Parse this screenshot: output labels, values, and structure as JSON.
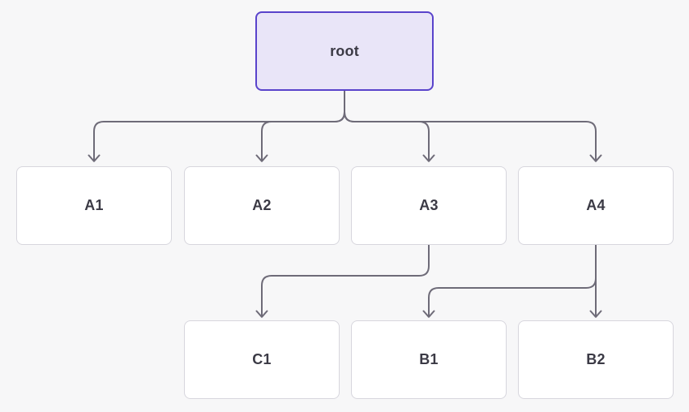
{
  "diagram": {
    "nodes": {
      "root": {
        "label": "root"
      },
      "a1": {
        "label": "A1"
      },
      "a2": {
        "label": "A2"
      },
      "a3": {
        "label": "A3"
      },
      "a4": {
        "label": "A4"
      },
      "c1": {
        "label": "C1"
      },
      "b1": {
        "label": "B1"
      },
      "b2": {
        "label": "B2"
      }
    },
    "edges": [
      {
        "from": "root",
        "to": "A1"
      },
      {
        "from": "root",
        "to": "A2"
      },
      {
        "from": "root",
        "to": "A3"
      },
      {
        "from": "root",
        "to": "A4"
      },
      {
        "from": "A3",
        "to": "C1"
      },
      {
        "from": "A4",
        "to": "B1"
      },
      {
        "from": "A4",
        "to": "B2"
      }
    ],
    "colors": {
      "background": "#f7f7f8",
      "node_fill": "#ffffff",
      "node_border": "#d7d6dd",
      "root_fill": "#e9e5f8",
      "root_border": "#5943cb",
      "edge": "#6e6b78",
      "text": "#3b3a45"
    }
  }
}
